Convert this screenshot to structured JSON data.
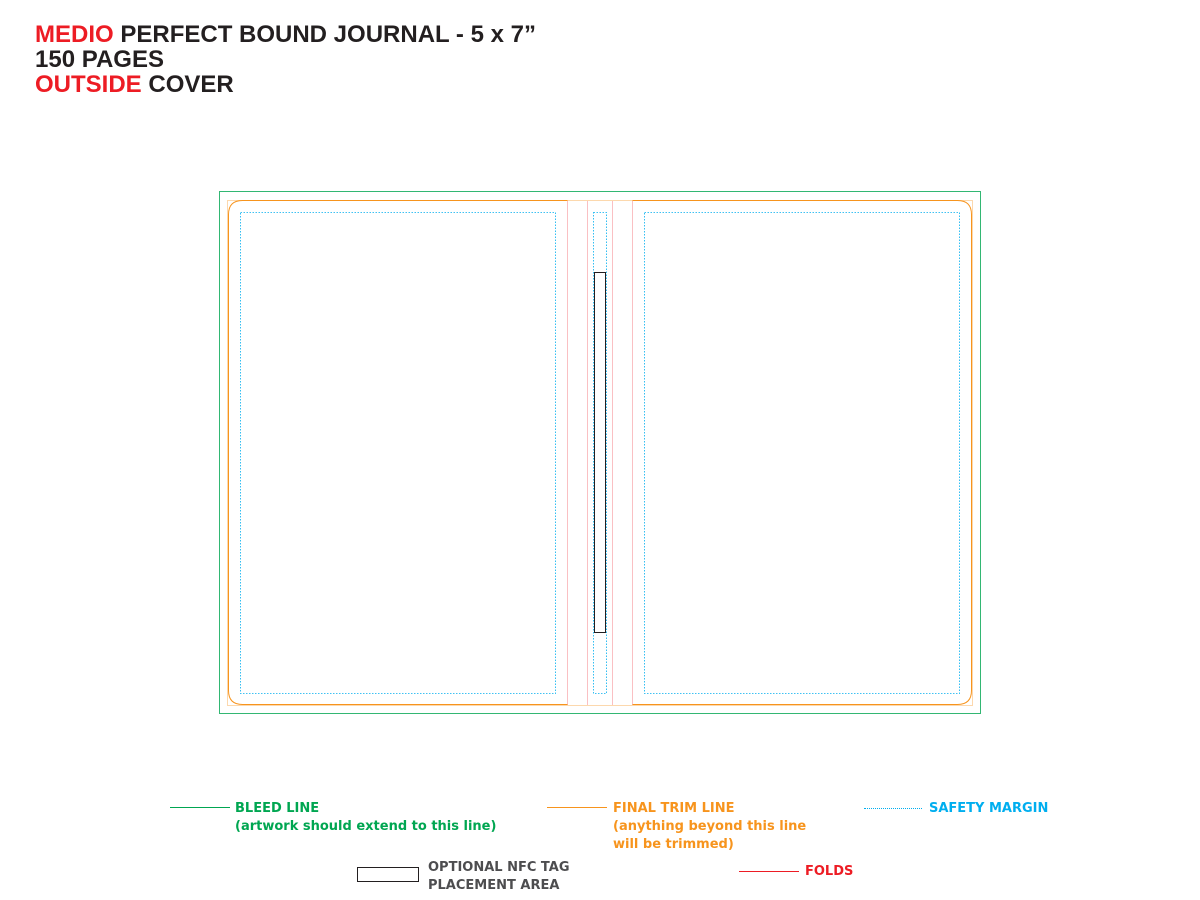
{
  "header": {
    "line1_red": "MEDIO",
    "line1_rest": "PERFECT BOUND JOURNAL - 5 x 7”",
    "line2": "150 PAGES",
    "line3_red": "OUTSIDE",
    "line3_rest": "COVER"
  },
  "colors": {
    "bleed": "#00a651",
    "trim": "#f7941d",
    "safety": "#00aeef",
    "fold": "#ed1c24",
    "nfc": "#231f20"
  },
  "legend": {
    "bleed": {
      "title": "BLEED LINE",
      "sub": "(artwork should extend to this line)"
    },
    "trim": {
      "title": "FINAL TRIM LINE",
      "sub1": "(anything beyond this line",
      "sub2": "will be trimmed)"
    },
    "safety": {
      "title": "SAFETY MARGIN"
    },
    "nfc": {
      "title1": "OPTIONAL NFC TAG",
      "title2": "PLACEMENT AREA"
    },
    "folds": {
      "title": "FOLDS"
    }
  }
}
